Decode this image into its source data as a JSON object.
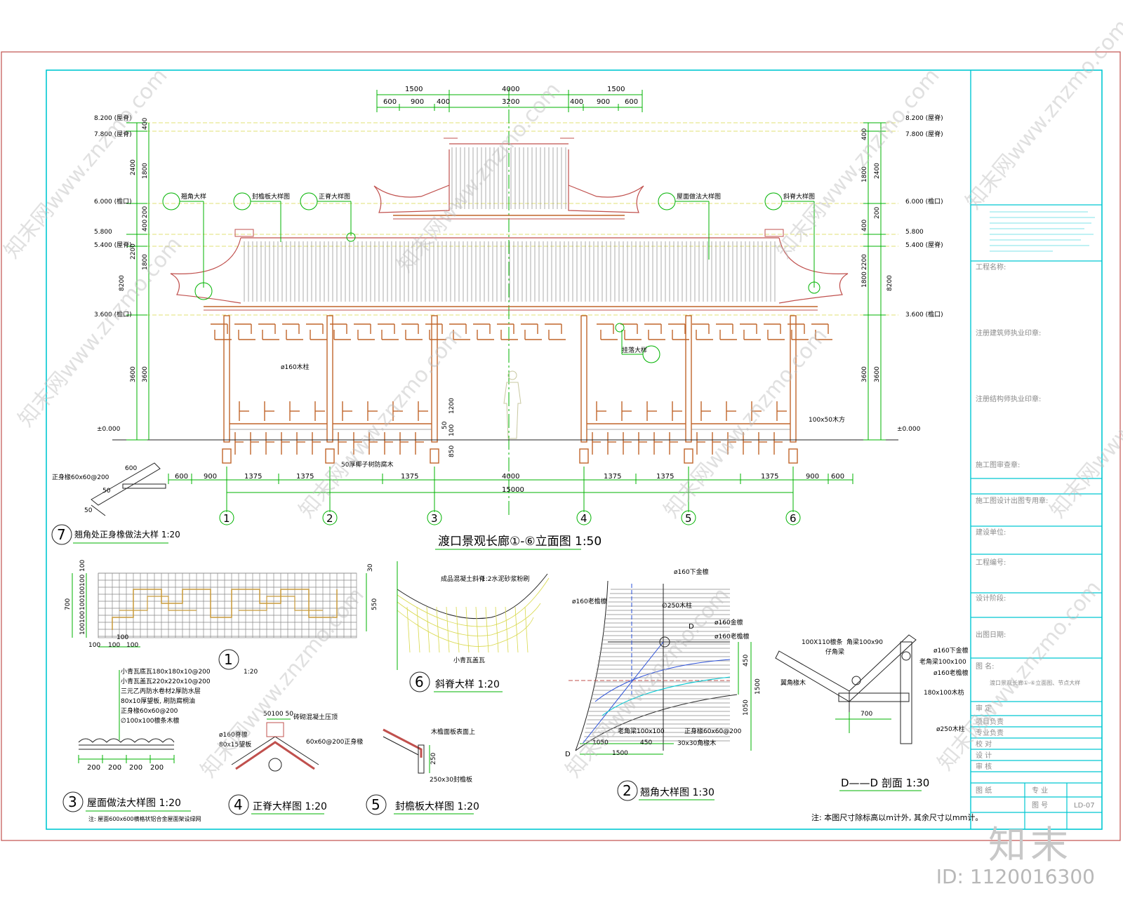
{
  "main_title": "渡口景观长廊①-⑥立面图 1:50",
  "top_dims": {
    "row1": [
      "1500",
      "4000",
      "1500"
    ],
    "row2": [
      "600",
      "900",
      "400",
      "3200",
      "400",
      "900",
      "600"
    ]
  },
  "levels_left": [
    "8.200 (屋脊)",
    "7.800 (屋脊)",
    "6.000 (檐口)",
    "5.800",
    "5.400 (屋脊)",
    "3.600 (檐口)",
    "±0.000"
  ],
  "levels_right": [
    "8.200 (屋脊)",
    "7.800 (屋脊)",
    "6.000 (檐口)",
    "5.800",
    "5.400 (屋脊)",
    "3.600 (檐口)",
    "±0.000"
  ],
  "vdims_left": [
    "400",
    "2400",
    "1800",
    "200",
    "400",
    "2200",
    "1800",
    "8200",
    "3600",
    "3600"
  ],
  "vdims_right": [
    "400",
    "2400",
    "1800",
    "200",
    "400",
    "2200",
    "1800",
    "8200",
    "3600",
    "3600"
  ],
  "vdims_mid": [
    "1200",
    "50",
    "100",
    "850"
  ],
  "bottom_dims": [
    "600",
    "900",
    "1375",
    "1375",
    "1375",
    "4000",
    "1375",
    "1375",
    "1375",
    "900",
    "600"
  ],
  "overall_dim": "15000",
  "axes": [
    "1",
    "2",
    "3",
    "4",
    "5",
    "6"
  ],
  "callouts": {
    "c1": "翘角大样",
    "c2": "封檐板大样图",
    "c3": "正脊大样图",
    "c4": "屋面做法大样图",
    "c5": "斜脊大样图",
    "c6": "挂落大样",
    "col": "ø160木柱",
    "seat_left": "50厚椰子树防腐木",
    "seat_right": "100x50木方"
  },
  "detail7": {
    "num": "7",
    "title": "翘角处正身橡做法大样 1:20",
    "label": "正身椽60x60@200",
    "dims": [
      "600",
      "50",
      "50"
    ]
  },
  "detail1": {
    "num": "1",
    "scale": "1:20",
    "vdims": [
      "100",
      "100",
      "100",
      "100",
      "100",
      "100"
    ],
    "left_dim": "700",
    "hdims": [
      "100",
      "100",
      "100",
      "100"
    ],
    "right_dims": [
      "30",
      "550"
    ]
  },
  "detail3": {
    "num": "3",
    "title": "屋面做法大样图 1:20",
    "note": "注: 屋面600x600横格状铝合金屋面架设绿网",
    "layers": [
      "小青瓦底瓦180x180x10@200",
      "小青瓦盖瓦220x220x10@200",
      "三元乙丙防水卷材2厚防水层",
      "80x10厚望板, 刷防腐桐油",
      "正身椽60x60@200",
      "∅100x100檩条木檩"
    ],
    "dims": [
      "200",
      "200",
      "200",
      "200"
    ]
  },
  "detail4": {
    "num": "4",
    "title": "正脊大样图 1:20",
    "labels": [
      "ø160脊檩",
      "80x15望板",
      "60x60@200正身椽"
    ],
    "top_dims": "50100 50",
    "cap_label": "砖砌混凝土压顶"
  },
  "detail5": {
    "num": "5",
    "title": "封檐板大样图 1:20",
    "labels": [
      "木檐面板表面上",
      "250x30封檐板"
    ],
    "dim": "250"
  },
  "detail6": {
    "num": "6",
    "title": "斜脊大样 1:20",
    "labels": [
      "成品混凝土斜脊",
      "1:2水泥砂浆粉刷",
      "小青瓦盖瓦"
    ]
  },
  "detail2": {
    "num": "2",
    "title": "翘角大样图 1:30",
    "labels": [
      "ø160下金檩",
      "ø160老檐檩",
      "∅250木柱",
      "ø160金檩",
      "ø160老檐檩",
      "正身椽60x60@200",
      "老角梁100x100",
      "30x30角椽木"
    ],
    "dims": [
      "450",
      "1500",
      "1050",
      "1050",
      "450",
      "1500"
    ],
    "marker": "D"
  },
  "sectionD": {
    "title": "D——D 剖面 1:30",
    "labels": [
      "100X110檩条",
      "仔角梁",
      "角梁100x90",
      "翼角椽木",
      "ø160下金檩",
      "老角梁100x100",
      "ø160老檐檩",
      "180x100木枋",
      "ø250木柱"
    ],
    "dim": "700"
  },
  "note": "注: 本图尺寸除标高以m计外, 其余尺寸以mm计。",
  "titleblock": {
    "rows": [
      "工程名称:",
      "注册建筑师执业印章:",
      "注册结构师执业印章:",
      "施工图审查章:",
      "施工图设计出图专用章:",
      "建设单位:",
      "工程编号:",
      "设计阶段:",
      "出图日期:"
    ],
    "drawing_title_label": "图    名:",
    "drawing_title": "渡口景观长廊①-⑥立面图、节点大样",
    "roles": [
      "审    定",
      "项目负责",
      "专业负责",
      "校    对",
      "设    计",
      "审    核"
    ],
    "bottom": [
      "图    纸",
      "专    业",
      "图    号",
      "LD-07"
    ]
  },
  "watermark": "知末网www.znzmo.com",
  "footer_logo": "知末",
  "footer_id": "ID: 1120016300"
}
